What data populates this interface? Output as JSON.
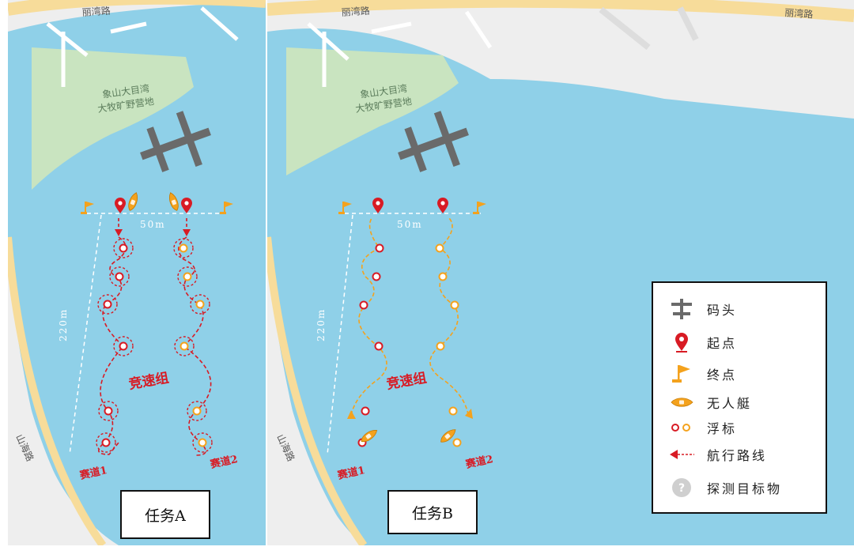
{
  "panels": [
    {
      "id": "A",
      "road_top": "丽湾路",
      "road_left": "山海路",
      "park_line1": "象山大目湾",
      "park_line2": "大牧旷野营地",
      "distance_width": "50m",
      "distance_length": "220m",
      "group_label": "竞速组",
      "lane1": "赛道1",
      "lane2": "赛道2",
      "task_label": "任务A"
    },
    {
      "id": "B",
      "road_top": "丽湾路",
      "road_top_right": "丽湾路",
      "road_left": "山海路",
      "park_line1": "象山大目湾",
      "park_line2": "大牧旷野营地",
      "distance_width": "50m",
      "distance_length": "220m",
      "group_label": "竞速组",
      "lane1": "赛道1",
      "lane2": "赛道2",
      "task_label": "任务B"
    }
  ],
  "legend": {
    "items": [
      {
        "icon": "pier-icon",
        "label": "码头"
      },
      {
        "icon": "start-point-icon",
        "label": "起点"
      },
      {
        "icon": "end-flag-icon",
        "label": "终点"
      },
      {
        "icon": "drone-boat-icon",
        "label": "无人艇"
      },
      {
        "icon": "buoy-icon",
        "label": "浮标"
      },
      {
        "icon": "route-arrow-icon",
        "label": "航行路线"
      },
      {
        "icon": "target-question-icon",
        "label": "探测目标物"
      }
    ]
  },
  "colors": {
    "water": "#8fd0e8",
    "land": "#eeeeee",
    "park": "#c9e4c0",
    "road": "#f7dc9a",
    "red": "#d81b24",
    "orange": "#f4a21d",
    "pier": "#6a6a6a"
  }
}
